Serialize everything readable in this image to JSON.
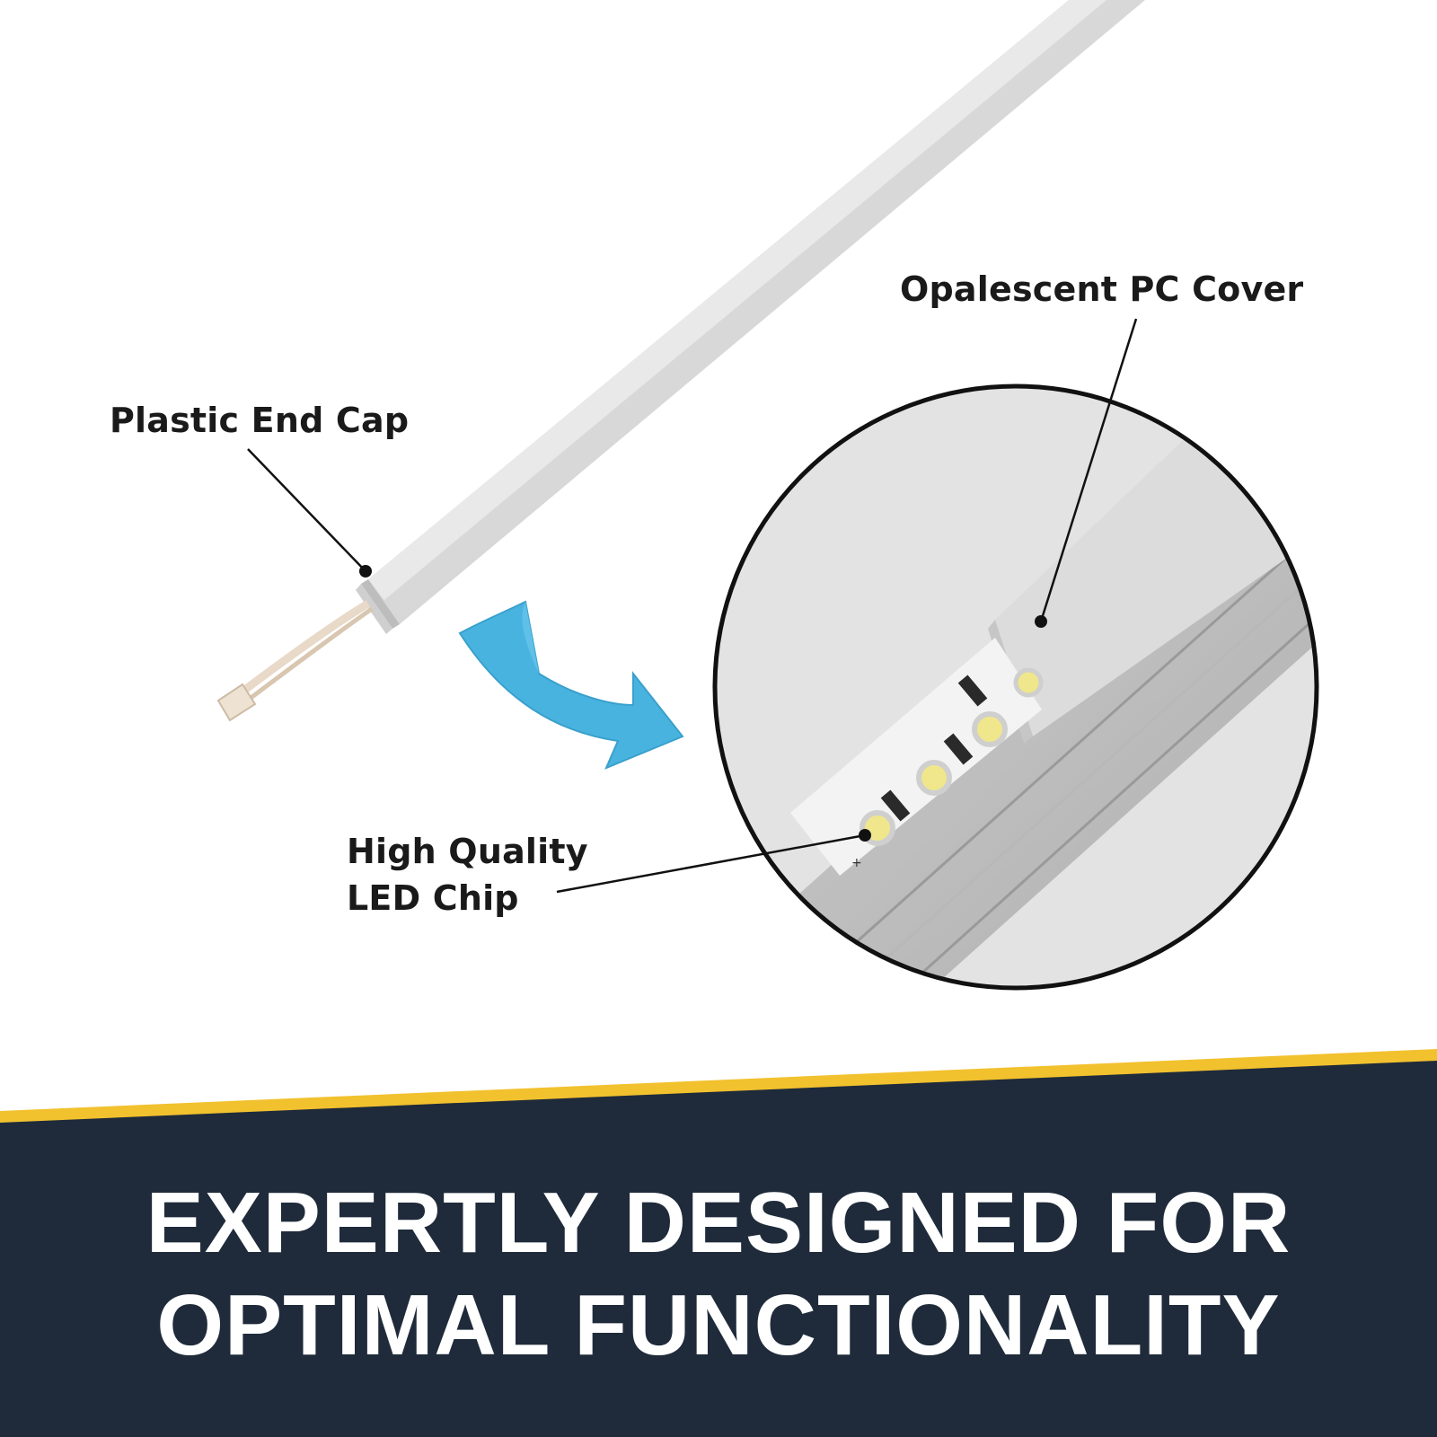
{
  "callouts": {
    "end_cap": "Plastic End Cap",
    "cover": "Opalescent PC Cover",
    "chip_line1": "High Quality",
    "chip_line2": "LED Chip"
  },
  "banner": {
    "line1": "EXPERTLY DESIGNED FOR",
    "line2": "OPTIMAL FUNCTIONALITY"
  },
  "colors": {
    "banner_bg": "#1f2b3a",
    "accent_stripe": "#f2c12e",
    "arrow": "#49b3e0",
    "profile": "#d9d9d9"
  },
  "icons": {
    "arrow": "curved-arrow-icon"
  }
}
